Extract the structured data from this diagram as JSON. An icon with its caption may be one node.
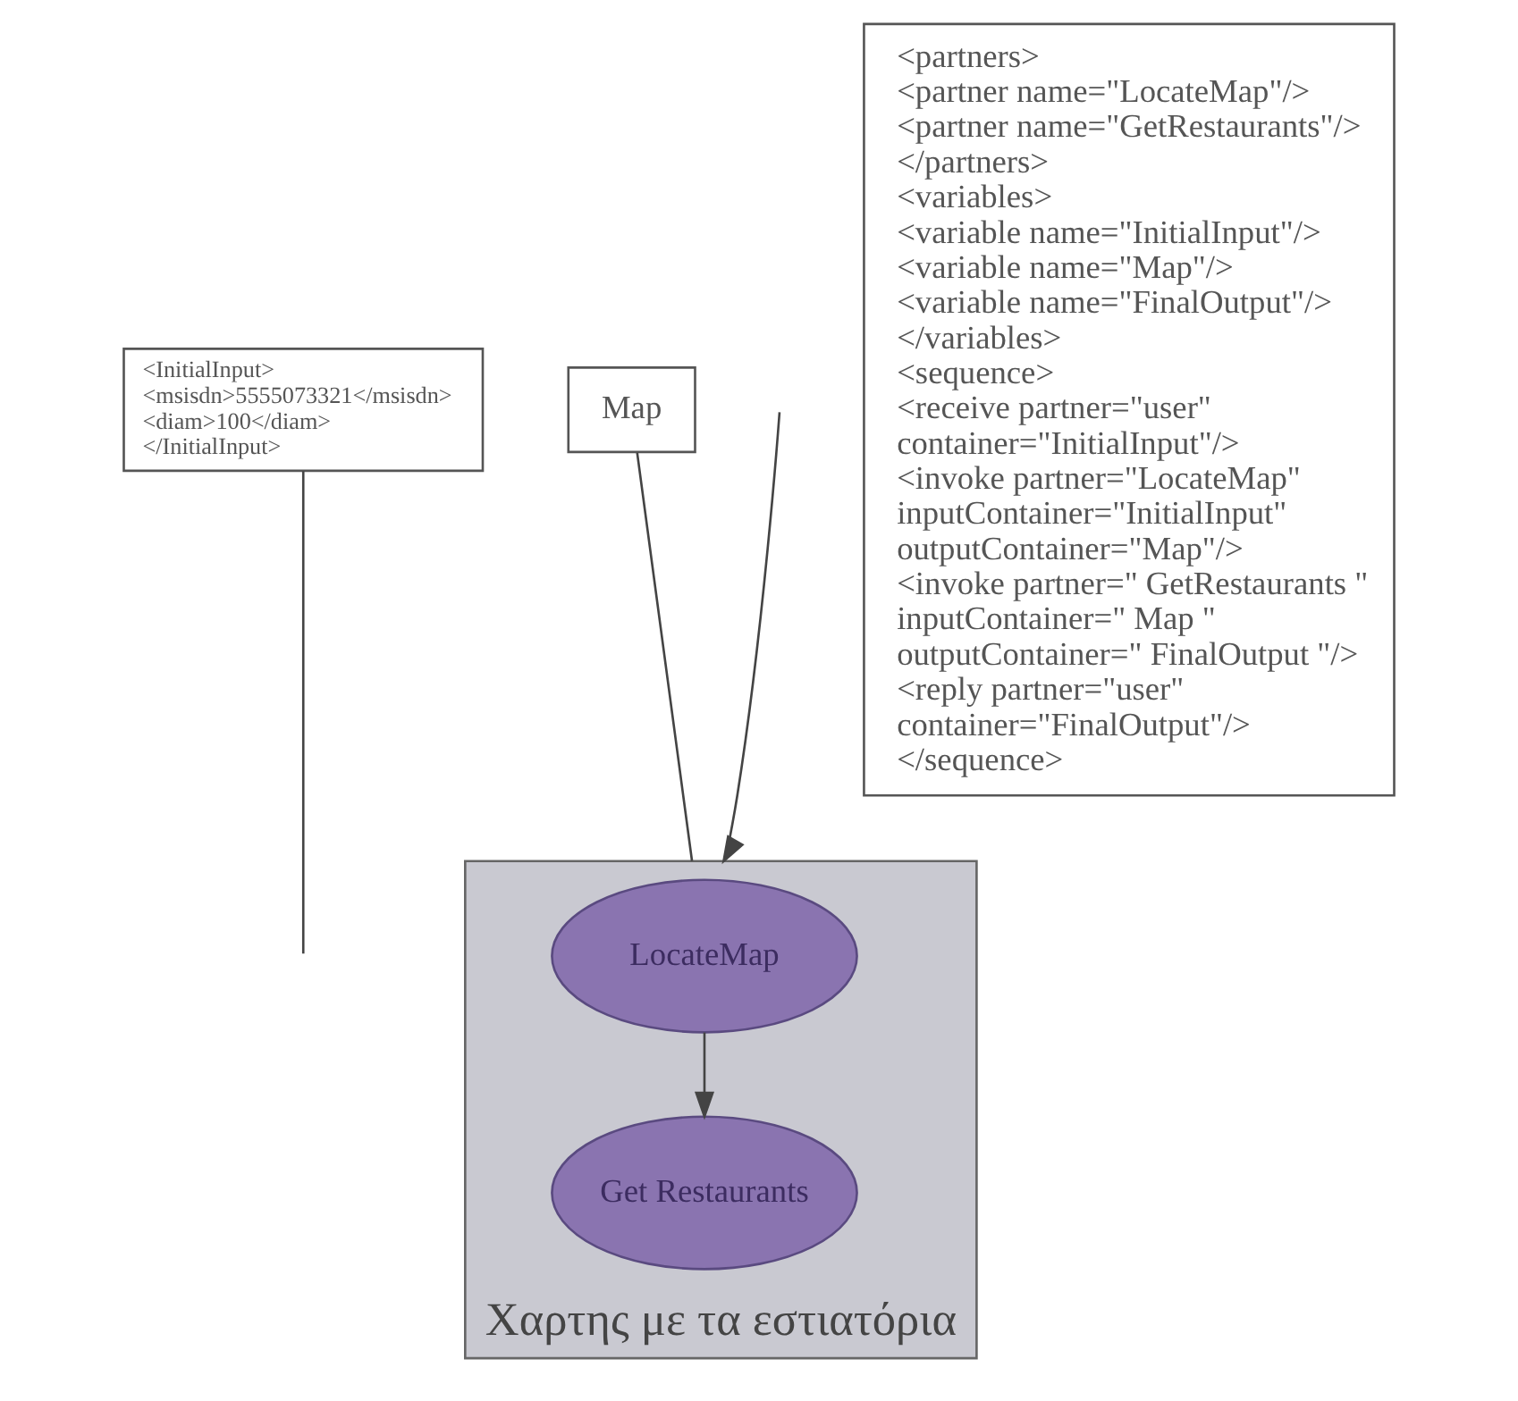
{
  "diagram": {
    "nodes": [
      {
        "text": [
          "<InitialInput>",
          "<msisdn>5555073321</msisdn>",
          "<diam>100</diam>",
          "</InitialInput>"
        ]
      },
      {
        "text": [],
        "shape": "box",
        "beside": [
          "Χαρτης με τα εστιατόρια"
        ]
      },
      {
        "text": [
          "LocateMap"
        ],
        "in": 1
      },
      {
        "text": [
          "Get Restaurants"
        ],
        "in": 1
      },
      {
        "text": [
          "Map"
        ]
      },
      {
        "text": [
          "<partners>",
          "<partner name=\"LocateMap\"/>",
          "<partner name=\"GetRestaurants\"/>",
          "</partners>",
          "<variables>",
          "<variable name=\"InitialInput\"/>",
          "<variable name=\"Map\"/>",
          "<variable name=\"FinalOutput\"/>",
          "</variables>",
          "<sequence>",
          "<receive partner=\"user\"",
          "container=\"InitialInput\"/>",
          "<invoke partner=\"LocateMap\"",
          "inputContainer=\"InitialInput\"",
          "outputContainer=\"Map\"/>",
          "<invoke partner=\" GetRestaurants \"",
          "inputContainer=\" Map \"",
          "outputContainer=\" FinalOutput \"/>",
          "<reply partner=\"user\"",
          "container=\"FinalOutput\"/>",
          "</sequence>"
        ]
      }
    ],
    "edges": [
      {
        "from": null,
        "to": 1,
        "arrow": "to"
      },
      {
        "from": 0,
        "to": null,
        "arrow": "none"
      },
      {
        "from": 2,
        "to": 3,
        "arrow": "to"
      },
      {
        "from": 4,
        "to": 1,
        "arrow": "none"
      }
    ]
  }
}
